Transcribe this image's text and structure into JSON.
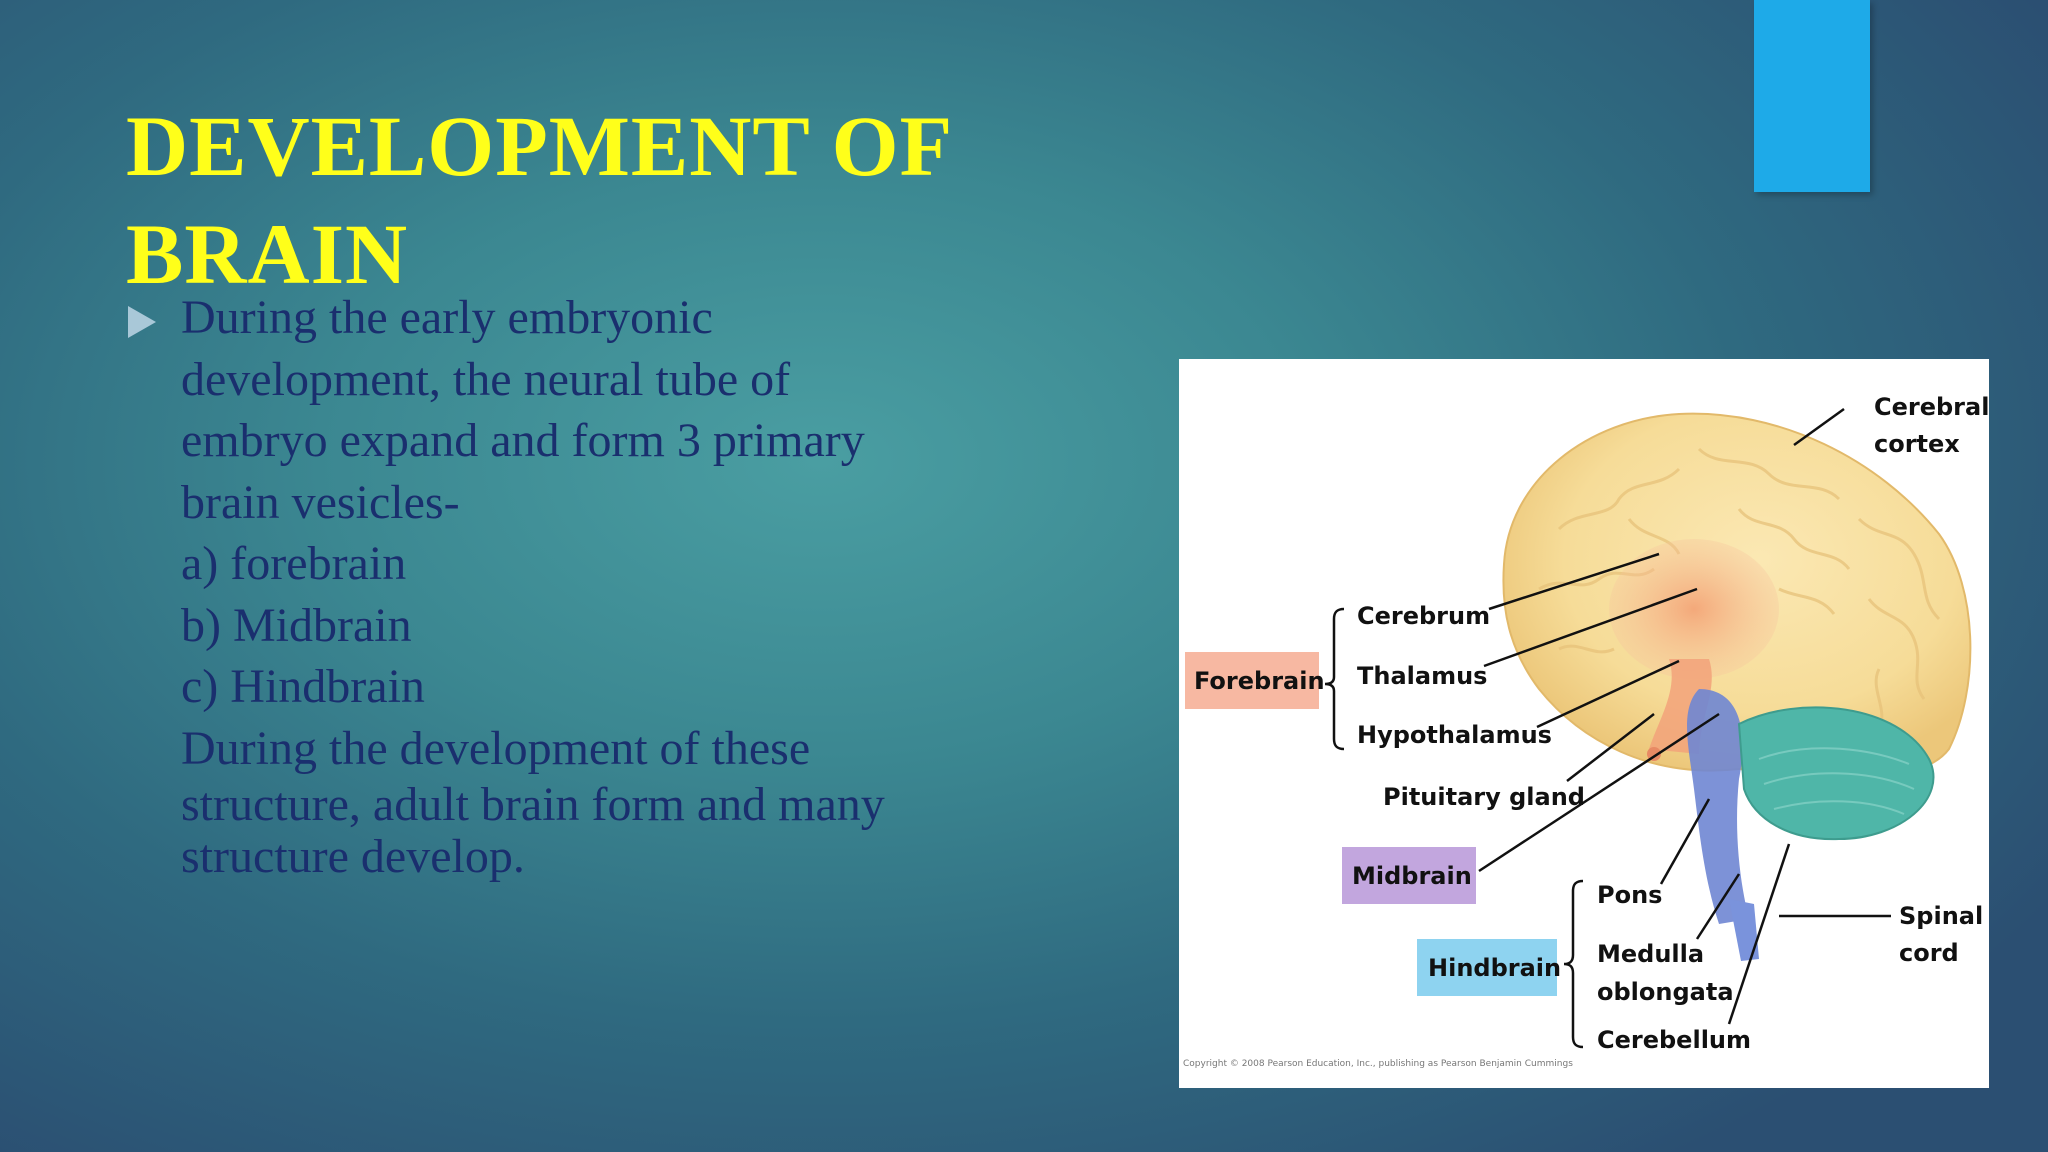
{
  "slide": {
    "title_lines": [
      "DEVELOPMENT OF",
      "BRAIN"
    ],
    "body_lines": [
      "During the early embryonic",
      "development, the neural tube of",
      "embryo expand and form 3 primary",
      "brain vesicles-",
      "a) forebrain",
      "b) Midbrain",
      "c) Hindbrain",
      "During the development of these",
      "structure, adult brain form and many",
      "structure develop."
    ]
  },
  "colors": {
    "title": "#ffff1a",
    "body_text": "#1a2f6e",
    "accent_rectangle": "#1eaae8",
    "forebrain_box": "#f7b8a2",
    "midbrain_box": "#c2a6de",
    "hindbrain_box": "#8ed3f0"
  },
  "diagram": {
    "region_labels": {
      "forebrain": "Forebrain",
      "midbrain": "Midbrain",
      "hindbrain": "Hindbrain"
    },
    "part_labels": {
      "cerebral_cortex": [
        "Cerebral",
        "cortex"
      ],
      "cerebrum": "Cerebrum",
      "thalamus": "Thalamus",
      "hypothalamus": "Hypothalamus",
      "pituitary_gland": "Pituitary gland",
      "pons": "Pons",
      "medulla_oblongata": [
        "Medulla",
        "oblongata"
      ],
      "cerebellum": "Cerebellum",
      "spinal_cord": [
        "Spinal",
        "cord"
      ]
    },
    "copyright": "Copyright © 2008 Pearson Education, Inc., publishing as Pearson Benjamin Cummings"
  }
}
